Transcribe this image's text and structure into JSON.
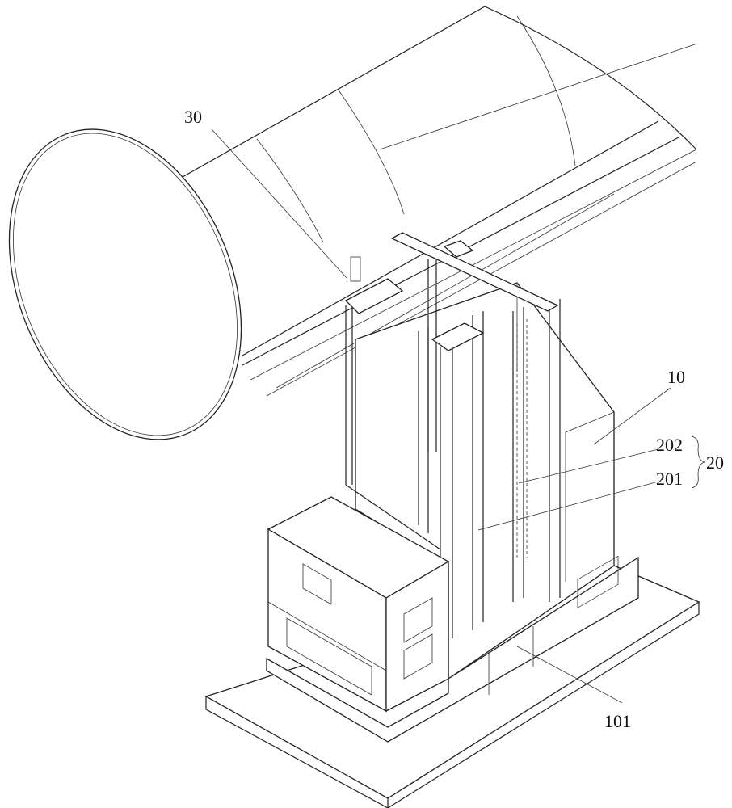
{
  "figure": {
    "labels": {
      "tube": "30",
      "vehicle": "10",
      "part_202": "202",
      "part_201": "201",
      "group": "20",
      "chassis": "101"
    }
  }
}
